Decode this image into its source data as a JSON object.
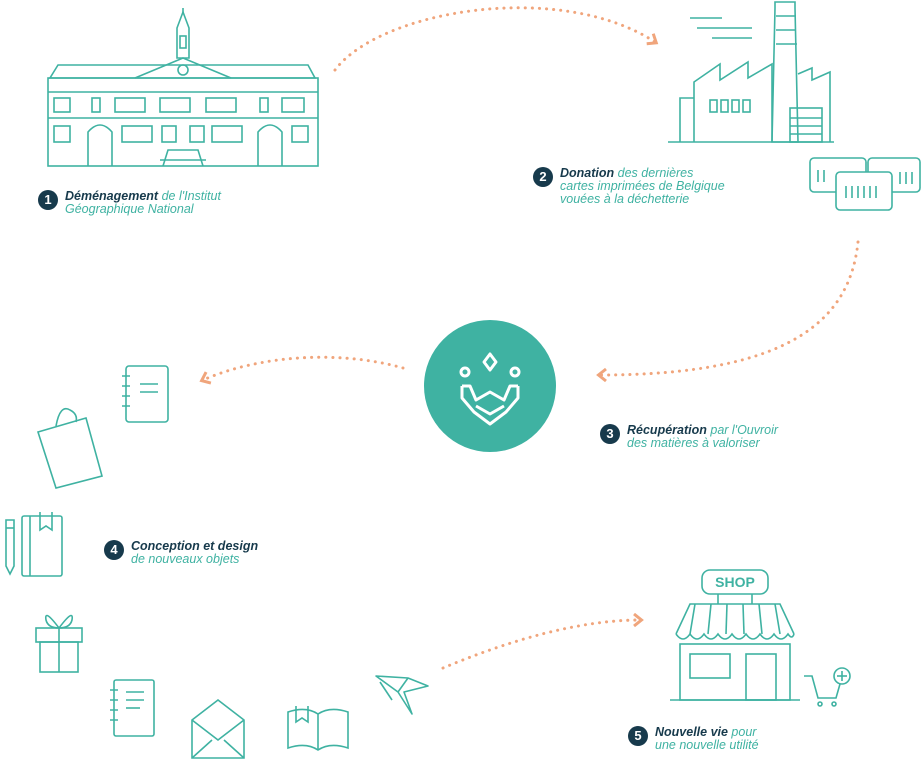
{
  "colors": {
    "teal": "#3fb2a2",
    "navy": "#173a4c",
    "orange": "#f0a57c",
    "white": "#ffffff"
  },
  "icons": {
    "institute": "government-building-icon",
    "factory": "factory-icon",
    "bins": "recycling-bins-icon",
    "logo": "ouvroir-logo-icon",
    "notepad": "spiral-notepad-icon",
    "bag": "shopping-bag-icon",
    "pencil": "pencil-icon",
    "sketchbook": "sketchbook-icon",
    "gift": "gift-box-icon",
    "notebook": "notebook-icon",
    "envelope": "envelope-icon",
    "book": "open-book-icon",
    "origami": "origami-bird-icon",
    "shop": "shop-storefront-icon",
    "cart": "shopping-cart-add-icon"
  },
  "shop_sign": "SHOP",
  "steps": [
    {
      "number": "1",
      "bold": "Déménagement",
      "rest": " de l'Institut",
      "line2": "Géographique National"
    },
    {
      "number": "2",
      "bold": "Donation",
      "rest": " des dernières",
      "line2": "cartes imprimées de Belgique",
      "line3": "vouées à la déchetterie"
    },
    {
      "number": "3",
      "bold": "Récupération",
      "rest": " par l'Ouvroir",
      "line2": "des matières à valoriser"
    },
    {
      "number": "4",
      "bold": "Conception et design",
      "rest": "",
      "line2": "de nouveaux objets"
    },
    {
      "number": "5",
      "bold": "Nouvelle vie",
      "rest": " pour",
      "line2": "une nouvelle utilité"
    }
  ]
}
